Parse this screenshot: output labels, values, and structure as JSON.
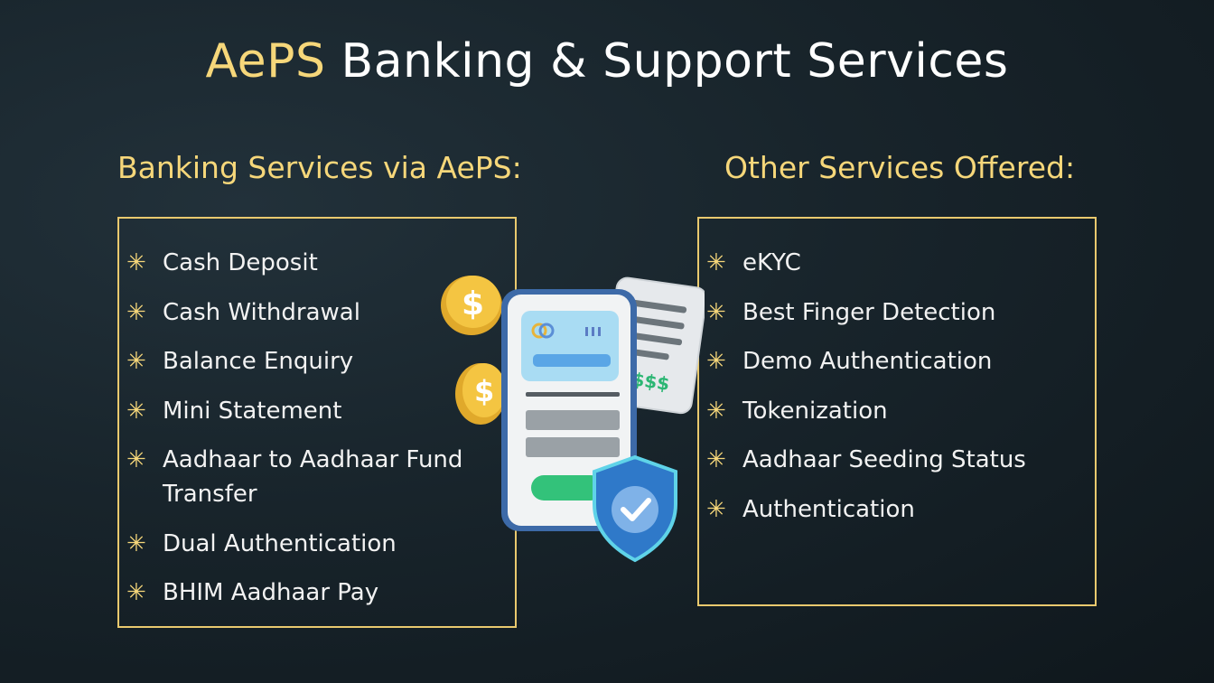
{
  "title": {
    "accent": "AePS",
    "rest": "Banking & Support Services"
  },
  "left": {
    "heading": "Banking Services via AePS:",
    "items": [
      "Cash Deposit",
      "Cash Withdrawal",
      "Balance Enquiry",
      "Mini Statement",
      "Aadhaar to Aadhaar Fund Transfer",
      "Dual Authentication",
      "BHIM Aadhaar Pay"
    ]
  },
  "right": {
    "heading": "Other Services Offered:",
    "items": [
      "eKYC",
      "Best Finger Detection",
      "Demo Authentication",
      "Tokenization",
      "Aadhaar Seeding Status",
      "Authentication"
    ]
  },
  "bullet_icon": "asterisk-icon",
  "illustration": {
    "coin_glyph": "$",
    "receipt_text": "$$$"
  },
  "colors": {
    "accent": "#f6d77a",
    "border": "#e9c96e",
    "background": "#18242b"
  }
}
